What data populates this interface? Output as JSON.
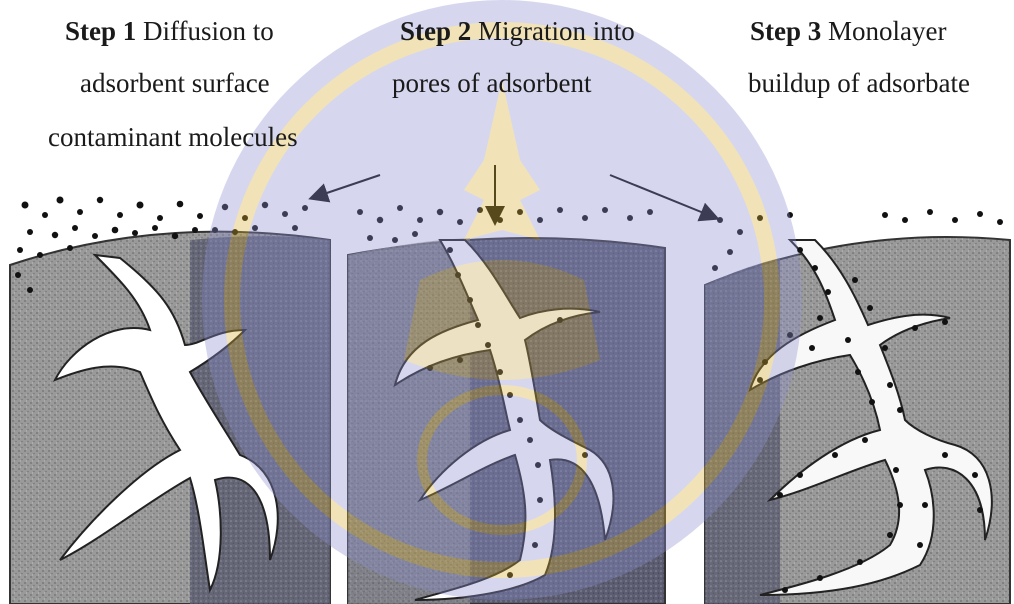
{
  "steps": [
    {
      "step_label": "Step 1",
      "line1": "Diffusion to",
      "line2": "adsorbent surface"
    },
    {
      "step_label": "Step 2",
      "line1": "Migration into",
      "line2": "pores of adsorbent"
    },
    {
      "step_label": "Step 3",
      "line1": "Monolayer",
      "line2": "buildup of adsorbate"
    }
  ],
  "annotation": "contaminant molecules",
  "colors": {
    "granule_fill": "#8f8f8f",
    "granule_dark": "#5f5f6f",
    "pore_fill": "#ffffff",
    "molecule": "#111111",
    "watermark_gold": "#d9b233",
    "watermark_blue": "#8c8fd0"
  },
  "watermark_icon": "university-seal-icon"
}
